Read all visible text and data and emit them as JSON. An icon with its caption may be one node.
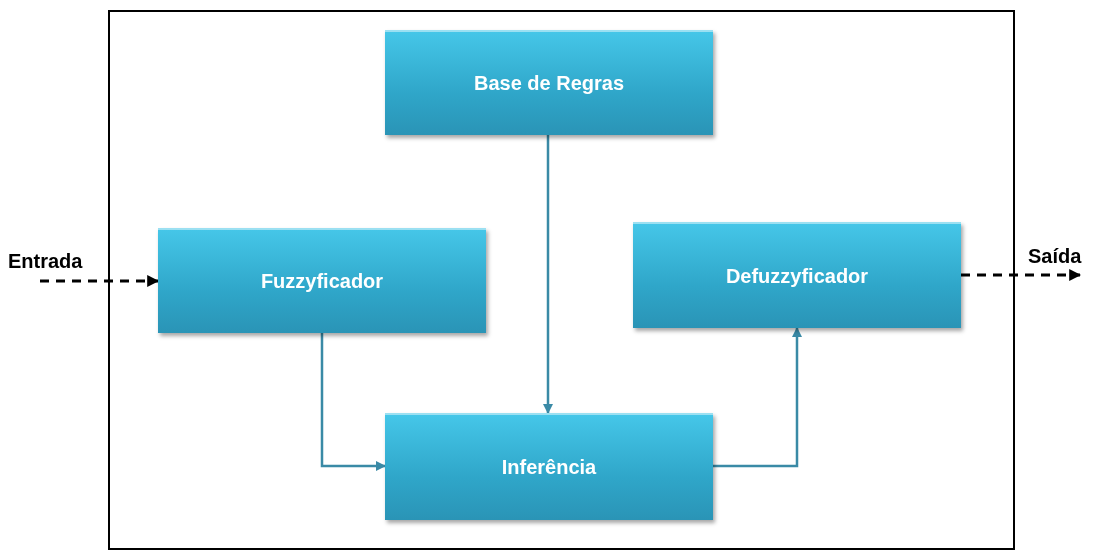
{
  "diagram": {
    "nodes": [
      {
        "text": [],
        "shape": "box"
      },
      {
        "text": [
          "Base de Regras"
        ],
        "in": 0
      },
      {
        "text": [
          "Fuzzyficador"
        ],
        "in": 0
      },
      {
        "text": [
          "Defuzzyficador"
        ],
        "in": 0
      },
      {
        "text": [
          "Inferência"
        ],
        "in": 0
      },
      {
        "text": [
          "Entrada"
        ]
      },
      {
        "text": [
          "Saída"
        ]
      }
    ],
    "edges": [
      {
        "from": 5,
        "to": 2,
        "arrow": "to",
        "style": "dashed",
        "color": "#000000"
      },
      {
        "from": 3,
        "to": 6,
        "arrow": "to",
        "style": "dashed",
        "color": "#000000"
      },
      {
        "from": 1,
        "to": 4,
        "arrow": "to"
      },
      {
        "from": 2,
        "to": 4,
        "arrow": "to"
      },
      {
        "from": 4,
        "to": 3,
        "arrow": "to"
      }
    ]
  }
}
